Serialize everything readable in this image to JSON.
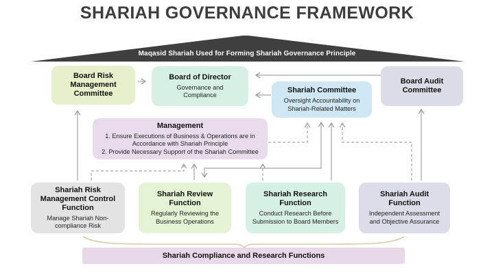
{
  "title": "SHARIAH GOVERNANCE FRAMEWORK",
  "roof": {
    "label": "Maqasid Shariah Used for Forming Shariah Governance Principle"
  },
  "boxes": {
    "board_risk": {
      "title": "Board Risk Management Committee"
    },
    "board_director": {
      "title": "Board of Director",
      "subtitle": "Governance and Compliance"
    },
    "shariah_committee": {
      "title": "Shariah Committee",
      "subtitle": "Oversight Accountability on Shariah-Related Matters"
    },
    "board_audit": {
      "title": "Board Audit Committee"
    },
    "management": {
      "title": "Management",
      "item1": "1. Ensure Executions of Business & Operations are in Accordance with Shariah Principle",
      "item2": "2. Provide Necessary Support of the Shariah Committee"
    },
    "risk_function": {
      "title": "Shariah Risk Management Control Function",
      "subtitle": "Manage Shariah Non-compliance Risk"
    },
    "review_function": {
      "title": "Shariah Review Function",
      "subtitle": "Regularly Reviewing the Business Operations"
    },
    "research_function": {
      "title": "Shariah Research Function",
      "subtitle": "Conduct Research Before Submission to Board Members"
    },
    "audit_function": {
      "title": "Shariah Audit Function",
      "subtitle": "Independent Assessment and Objective Assurance"
    },
    "bottom_bar": {
      "label": "Shariah Compliance and Research Functions"
    }
  },
  "colors": {
    "board_risk": "#e6f0cb",
    "board_director": "#d6f1e3",
    "shariah_committee": "#cfe7f2",
    "board_audit": "#dcdce7",
    "management": "#e8dcec",
    "risk_function": "#e3e3e3",
    "review_function": "#e5f3d5",
    "research_function": "#d6f0e3",
    "audit_function": "#dcdde9",
    "bottom_bar": "#e7d9e8",
    "roof": "#3f3f3f",
    "arrow": "#a3a3a3",
    "brace": "#d5caa5",
    "title_text": "#3d3d3d"
  }
}
